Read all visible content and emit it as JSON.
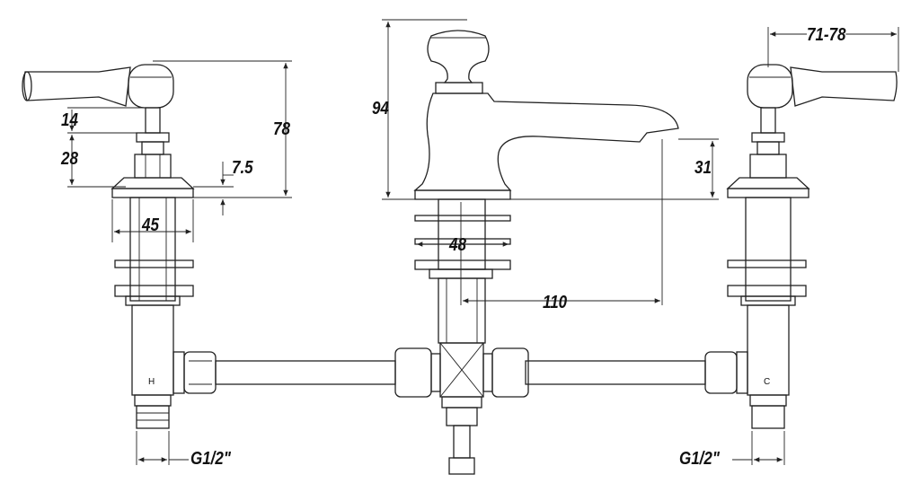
{
  "title": "Three-hole basin mixer dimension drawing",
  "dimensions": {
    "lever_stem": "14",
    "stem_height": "28",
    "valve_height": "78",
    "flange": "7.5",
    "valve_width": "45",
    "spout_height": "94",
    "spout_base": "48",
    "spout_reach": "110",
    "spout_clearance": "31",
    "handle_length": "71-78",
    "thread_left": "G1/2\"",
    "thread_right": "G1/2\""
  },
  "markers": {
    "hot": "H",
    "cold": "C"
  }
}
